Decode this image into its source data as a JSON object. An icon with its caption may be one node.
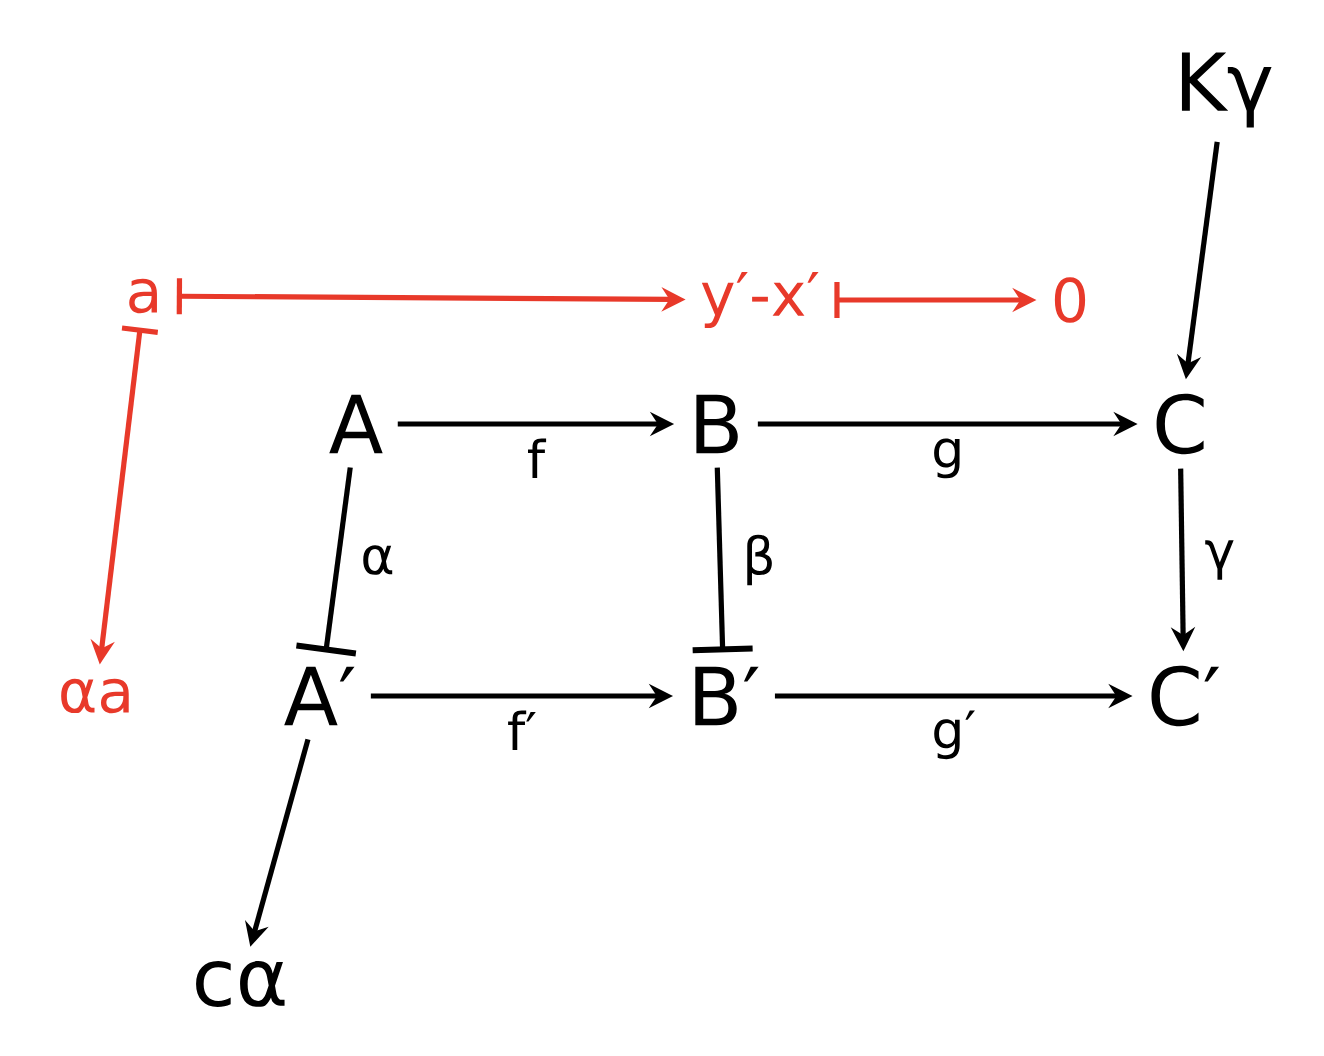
{
  "diagram": {
    "nodes": [
      {
        "text": [
          "Kγ"
        ]
      },
      {
        "text": [
          "a"
        ]
      },
      {
        "text": [
          "y′-x′"
        ]
      },
      {
        "text": [
          "0"
        ]
      },
      {
        "text": [
          "A"
        ]
      },
      {
        "text": [
          "B"
        ]
      },
      {
        "text": [
          "C"
        ]
      },
      {
        "text": [
          "αa"
        ]
      },
      {
        "text": [
          "A′"
        ]
      },
      {
        "text": [
          "B′"
        ]
      },
      {
        "text": [
          "C′"
        ]
      },
      {
        "text": [
          "cα"
        ]
      }
    ],
    "edges": [
      {
        "from": 4,
        "to": 5,
        "arrow": "to",
        "label": "f"
      },
      {
        "from": 5,
        "to": 6,
        "arrow": "to",
        "label": "g"
      },
      {
        "from": 4,
        "to": 8,
        "arrow": "other",
        "label": "α"
      },
      {
        "from": 5,
        "to": 9,
        "arrow": "other",
        "label": "β"
      },
      {
        "from": 6,
        "to": 10,
        "arrow": "to",
        "label": "γ"
      },
      {
        "from": 0,
        "to": 6,
        "arrow": "to"
      },
      {
        "from": 8,
        "to": 9,
        "arrow": "to",
        "label": "f′"
      },
      {
        "from": 9,
        "to": 10,
        "arrow": "to",
        "label": "g′"
      },
      {
        "from": 8,
        "to": 11,
        "arrow": "to"
      },
      {
        "from": 1,
        "to": 2,
        "arrow": "to",
        "color": "#e8392a"
      },
      {
        "from": 2,
        "to": 3,
        "arrow": "to",
        "color": "#e8392a"
      },
      {
        "from": 1,
        "to": 7,
        "arrow": "to",
        "color": "#e8392a"
      }
    ]
  }
}
